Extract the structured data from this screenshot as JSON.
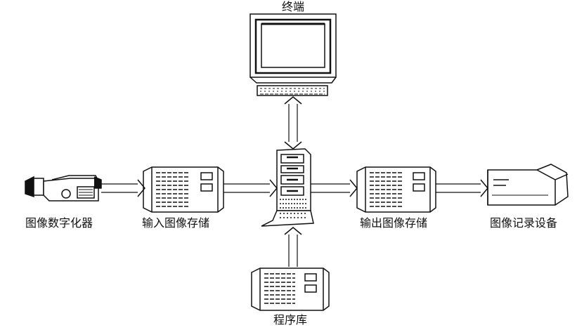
{
  "nodes": {
    "terminal": {
      "label": "终端",
      "icon": "computer-monitor-icon"
    },
    "digitizer": {
      "label": "图像数字化器",
      "icon": "video-camera-icon"
    },
    "input_storage": {
      "label": "输入图像存储",
      "icon": "storage-unit-icon"
    },
    "computer": {
      "icon": "server-tower-icon"
    },
    "output_storage": {
      "label": "输出图像存储",
      "icon": "storage-unit-icon"
    },
    "recorder": {
      "label": "图像记录设备",
      "icon": "recording-device-icon"
    },
    "library": {
      "label": "程序库",
      "icon": "storage-unit-icon"
    }
  },
  "colors": {
    "stroke": "#111111",
    "background": "#ffffff"
  }
}
